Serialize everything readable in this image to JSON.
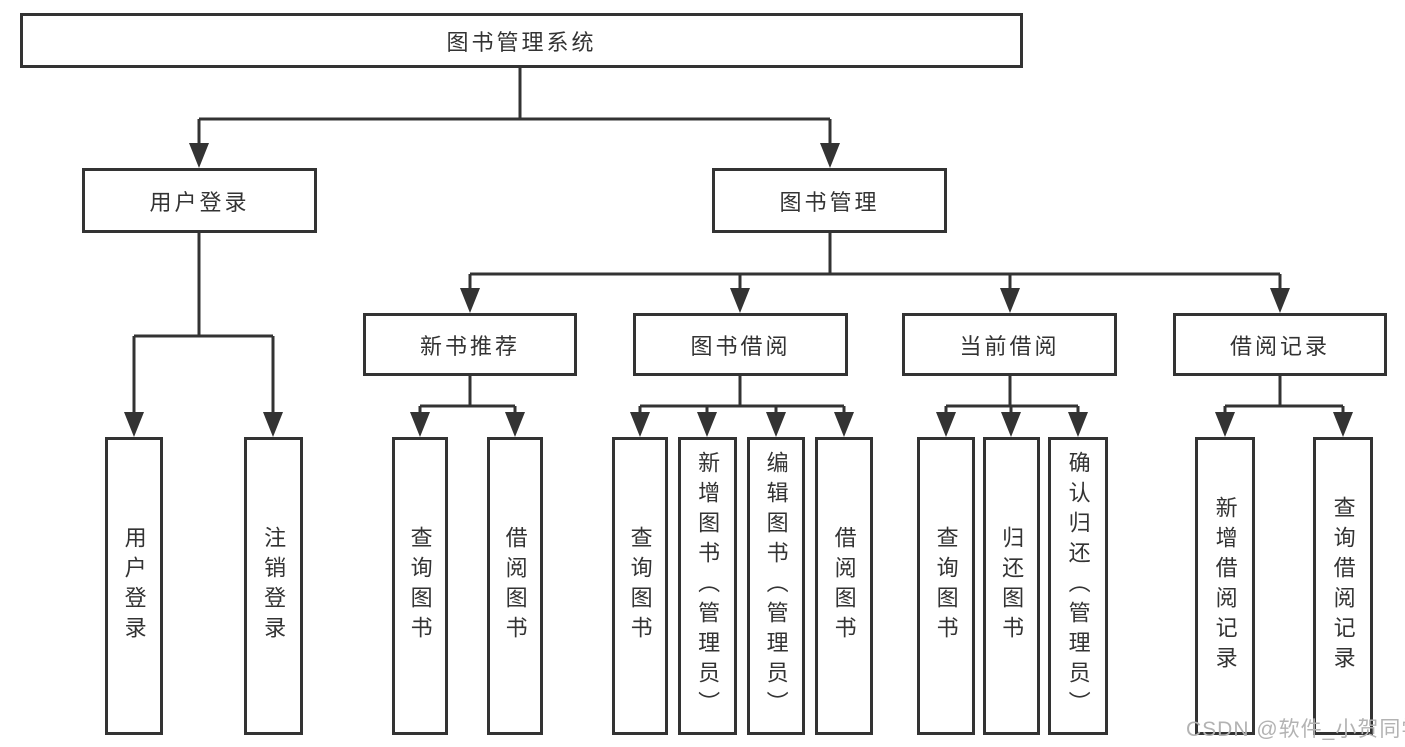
{
  "diagram_title": "图书管理系统",
  "nodes": {
    "root": {
      "label": "图书管理系统"
    },
    "user_login": {
      "label": "用户登录"
    },
    "book_mgmt": {
      "label": "图书管理"
    },
    "new_book_rec": {
      "label": "新书推荐"
    },
    "book_borrow": {
      "label": "图书借阅"
    },
    "current_borrow": {
      "label": "当前借阅"
    },
    "borrow_record": {
      "label": "借阅记录"
    },
    "leaf_login": {
      "label": "用户登录"
    },
    "leaf_logout": {
      "label": "注销登录"
    },
    "rec_query_book": {
      "label": "查询图书"
    },
    "rec_borrow_book": {
      "label": "借阅图书"
    },
    "bor_query_book": {
      "label": "查询图书"
    },
    "bor_add_book": {
      "label": "新增图书（管理员）"
    },
    "bor_edit_book": {
      "label": "编辑图书（管理员）"
    },
    "bor_borrow_book": {
      "label": "借阅图书"
    },
    "cur_query_book": {
      "label": "查询图书"
    },
    "cur_return_book": {
      "label": "归还图书"
    },
    "cur_confirm_return": {
      "label": "确认归还（管理员）"
    },
    "rcd_add_record": {
      "label": "新增借阅记录"
    },
    "rcd_query_record": {
      "label": "查询借阅记录"
    }
  },
  "watermark": {
    "text": "CSDN @软件_小贺同学"
  },
  "colors": {
    "line": "#333333",
    "box_border": "#333333",
    "text": "#333333",
    "watermark": "#b3b3b3",
    "background": "#ffffff"
  }
}
